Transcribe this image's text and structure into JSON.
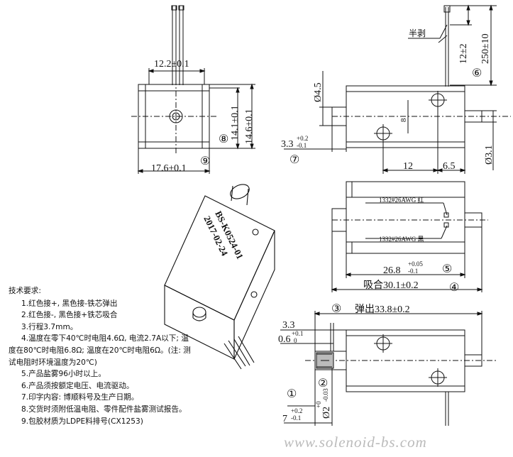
{
  "top_view": {
    "dim_width": "12.2±0.1",
    "dim_body": "17.6±0.1",
    "dim_height_a": "14.1±0.1",
    "dim_height_b": "14.6±0.1",
    "circle_8": "⑧",
    "circle_9": "⑨"
  },
  "side_view": {
    "label_half_strip": "半剥",
    "dim_strip": "12±2",
    "dim_wire": "250±10",
    "circle_6": "⑥",
    "dim_dia_plunger": "Ø4.5",
    "dim_plunger_ext": "3.3",
    "tol_plus": "+0.2",
    "tol_minus": "-0.1",
    "circle_7": "⑦",
    "dim_12": "12",
    "dim_6_5": "6.5",
    "dim_dia_pin": "Ø3.1",
    "dim_small_8": "8"
  },
  "bottom_view": {
    "wire_red": "1332#26AWG 红",
    "wire_black": "1332#26AWG 黑",
    "dim_body_len": "26.8",
    "tol_body_plus": "+0.05",
    "tol_body_minus": "-0.1",
    "circle_5": "⑤",
    "dim_pull": "吸合30.1±0.2",
    "circle_4": "④"
  },
  "section_view": {
    "circle_3": "③",
    "dim_push": "弹出33.8±0.2",
    "dim_3_3": "3.3",
    "dim_0_6": "0.6",
    "tol_06_plus": "+0.1",
    "tol_06_minus": "0",
    "circle_2": "②",
    "circle_1": "①",
    "dim_dia2": "Ø2",
    "tol_dia2_plus": "+0",
    "tol_dia2_minus": "-0.03",
    "dim_7": "7",
    "tol_7_plus": "+0.2",
    "tol_7_minus": "-0.1"
  },
  "product": {
    "model": "BS-K0524-01",
    "date": "2017-02-24"
  },
  "notes": {
    "title": "技术要求:",
    "items": [
      "1.红色接+, 黑色接-铁芯弹出",
      "2.红色接-, 黑色接+铁芯吸合",
      "3.行程3.7mm。",
      "4.温度在零下40℃时电阻4.6Ω, 电流2.7A以下; 温度在80℃时电阻6.8Ω; 温度在20℃时电阻6Ω。(注: 测试电阻时环境温度为20℃)",
      "5.产品盐雾96小时以上。",
      "6.产品须按额定电压、电流驱动。",
      "7.印字内容: 博顺料号及生产日期。",
      "8.交货时须附低温电阻、零件配件盐雾测试报告。",
      "9.包胶材质为LDPE料排号(CX1253)"
    ]
  },
  "watermark": "www.solenoid-bs.com"
}
